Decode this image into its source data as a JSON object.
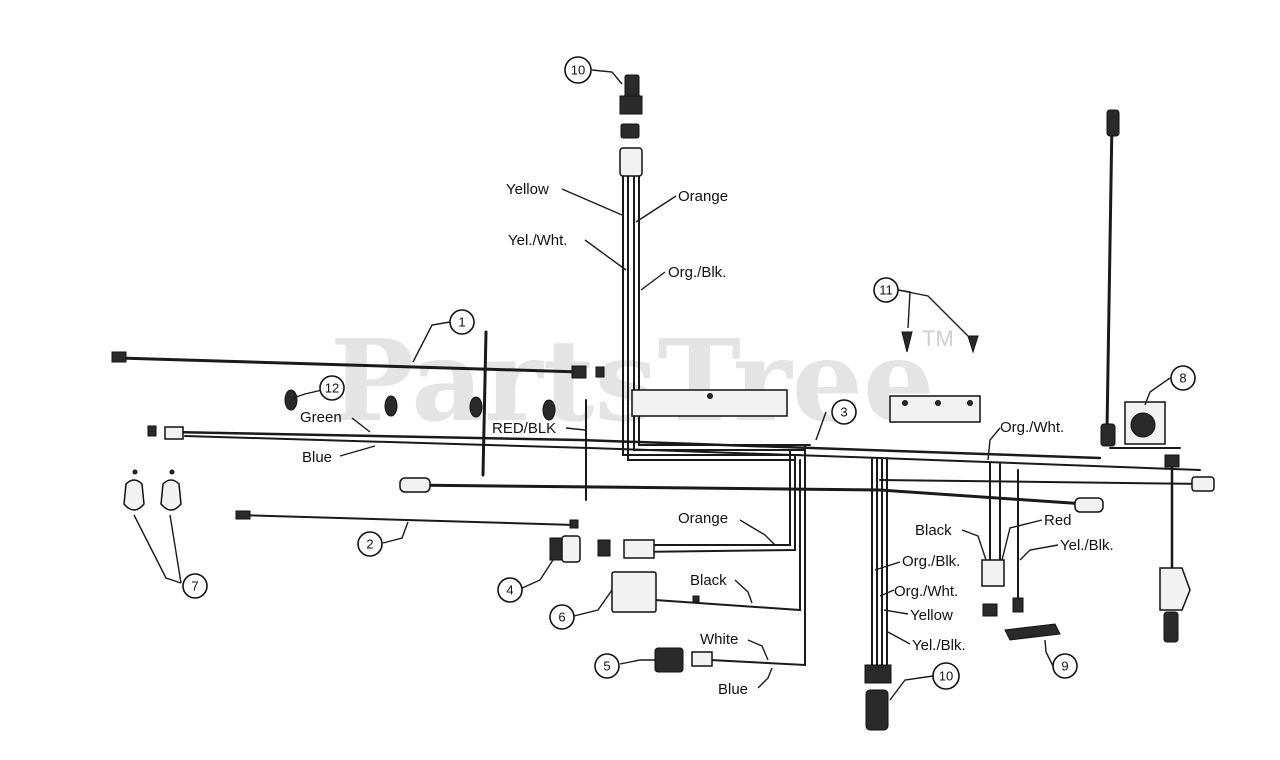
{
  "watermark": {
    "brand": "PartsTree",
    "trademark": "TM"
  },
  "callouts": [
    "1",
    "2",
    "3",
    "4",
    "5",
    "6",
    "7",
    "8",
    "9",
    "10",
    "10",
    "11",
    "12"
  ],
  "wire_labels": {
    "yellow_top": "Yellow",
    "orange_top": "Orange",
    "yel_wht_top": "Yel./Wht.",
    "org_blk_top": "Org./Blk.",
    "green": "Green",
    "blue_left": "Blue",
    "red_blk": "RED/BLK",
    "orange_mid": "Orange",
    "black_mid": "Black",
    "white": "White",
    "blue_bottom": "Blue",
    "org_wht_right": "Org./Wht.",
    "black_right": "Black",
    "red": "Red",
    "yel_blk_right": "Yel./Blk.",
    "org_blk_low": "Org./Blk.",
    "org_wht_low": "Org./Wht.",
    "yellow_low": "Yellow",
    "yel_blk_low": "Yel./Blk."
  },
  "colors": {
    "ink": "#1a1a1a",
    "watermark": "#cfcfcf",
    "background": "#ffffff"
  }
}
